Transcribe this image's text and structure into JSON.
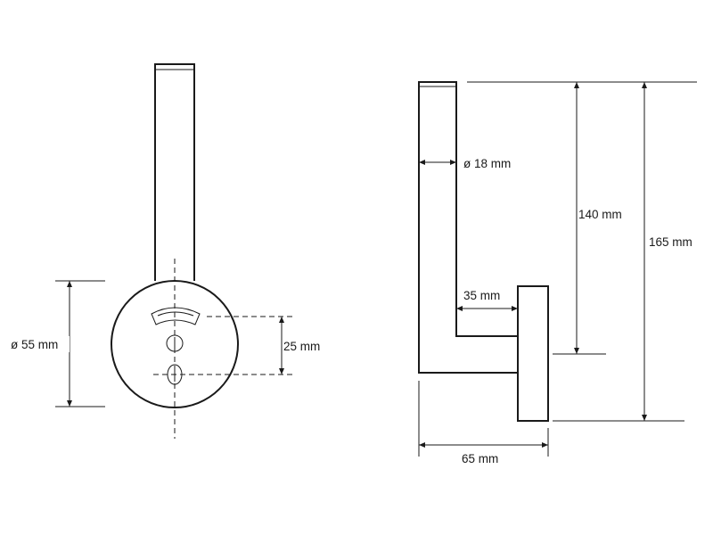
{
  "front_view": {
    "diameter_label": "ø 55 mm",
    "hole_spacing_label": "25 mm"
  },
  "side_view": {
    "rod_diameter_label": "ø 18 mm",
    "arm_offset_label": "35 mm",
    "arm_length_label": "140 mm",
    "total_height_label": "165 mm",
    "total_depth_label": "65 mm"
  }
}
